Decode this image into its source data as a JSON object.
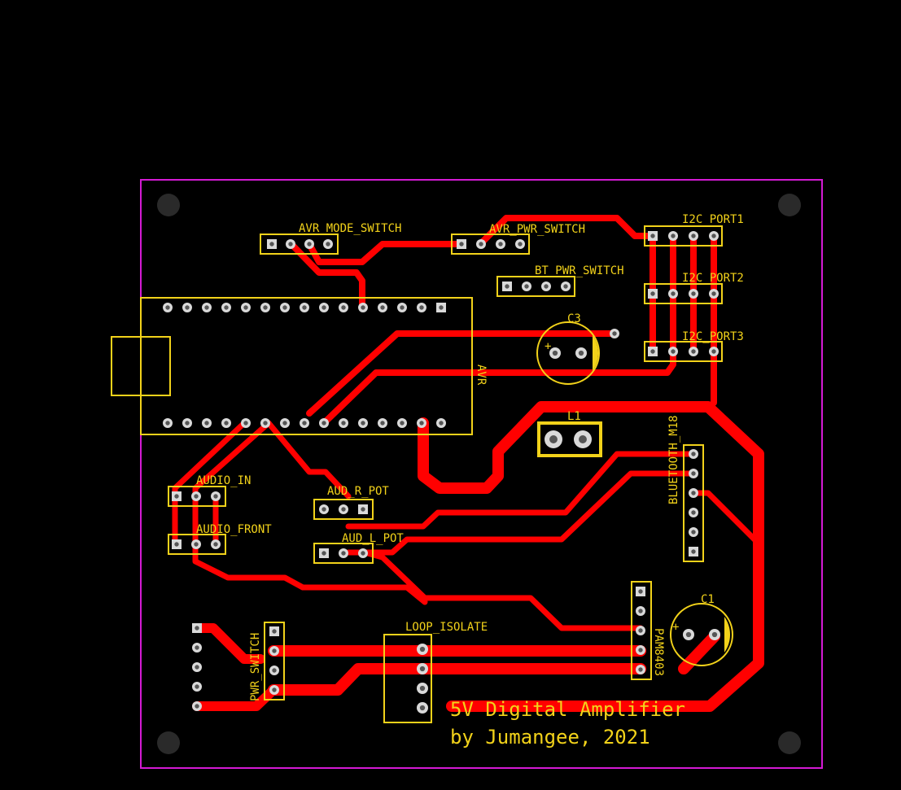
{
  "board": {
    "title_line1": "5V Digital Amplifier",
    "title_line2": "by Jumangee, 2021",
    "outline_color": "#d41ad4",
    "trace_color": "#ff0000",
    "silk_color": "#f2d21a"
  },
  "components": {
    "avr_mode_switch": "AVR_MODE_SWITCH",
    "avr_pwr_switch": "AVR_PWR_SWITCH",
    "bt_pwr_switch": "BT_PWR_SWITCH",
    "i2c_port1": "I2C_PORT1",
    "i2c_port2": "I2C_PORT2",
    "i2c_port3": "I2C_PORT3",
    "c3": "C3",
    "avr": "AVR",
    "l1": "L1",
    "bluetooth": "BLUETOOTH_M18",
    "audio_in": "AUDIO_IN",
    "aud_r_pot": "AUD_R_POT",
    "audio_front": "AUDIO_FRONT",
    "aud_l_pot": "AUD_L_POT",
    "c1": "C1",
    "loop_isolate": "LOOP_ISOLATE",
    "pam8403": "PAM8403",
    "pwr_switch": "PWR_SWITCH",
    "plus_sign": "+"
  }
}
